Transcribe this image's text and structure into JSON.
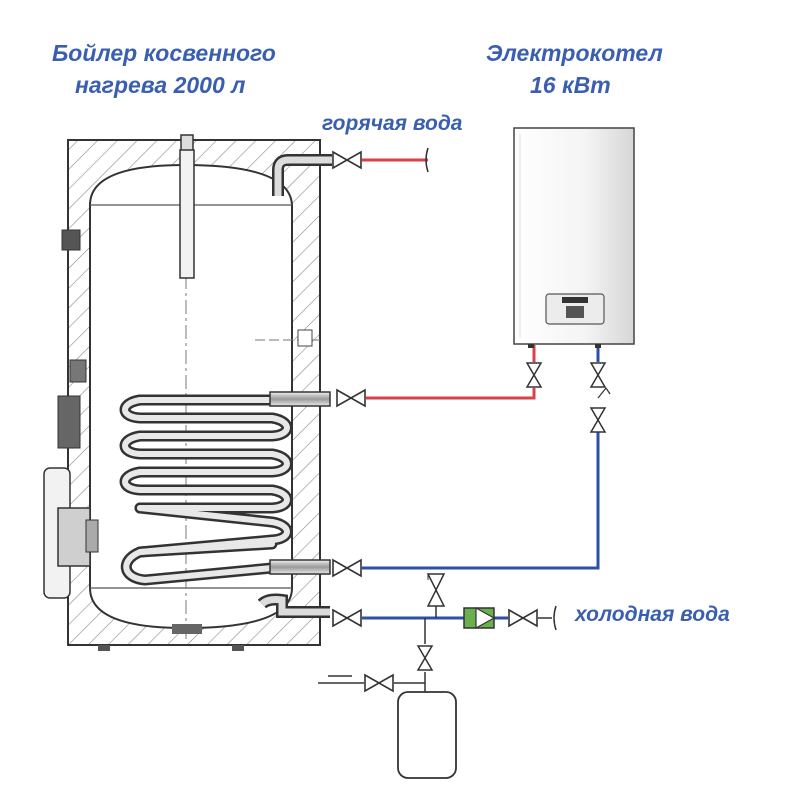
{
  "boiler": {
    "title_line1": "Бойлер косвенного",
    "title_line2": "нагрева 2000 л"
  },
  "electric_boiler": {
    "title_line1": "Электрокотел",
    "title_line2": "16 кВт"
  },
  "pipes": {
    "hot_water_label": "горячая вода",
    "cold_water_label": "холодная вода"
  },
  "colors": {
    "label_text": "#3a5fb0",
    "supply_pipe": "#d9424a",
    "return_pipe": "#2d4fa8",
    "outline": "#333333",
    "hatch": "#888888",
    "check_valve": "#6ab04c"
  }
}
